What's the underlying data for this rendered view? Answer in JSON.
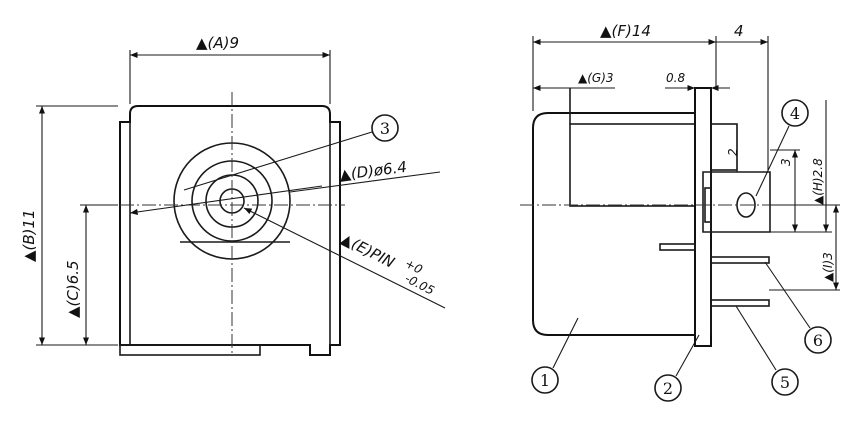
{
  "dimensions": {
    "a": "▲(A)9",
    "b": "▲(B)11",
    "c": "▲(C)6.5",
    "d": "▲(D)ø6.4",
    "e": "▲(E)PIN",
    "e_tol_plus": "+0",
    "e_tol_minus": "-0.05",
    "f": "▲(F)14",
    "g": "▲(G)3",
    "h": "▲(H)2.8",
    "i": "▲(I)3",
    "four": "4",
    "zero_eight": "0.8",
    "two": "2",
    "three": "3"
  },
  "parts": [
    "1",
    "2",
    "3",
    "4",
    "5",
    "6"
  ]
}
